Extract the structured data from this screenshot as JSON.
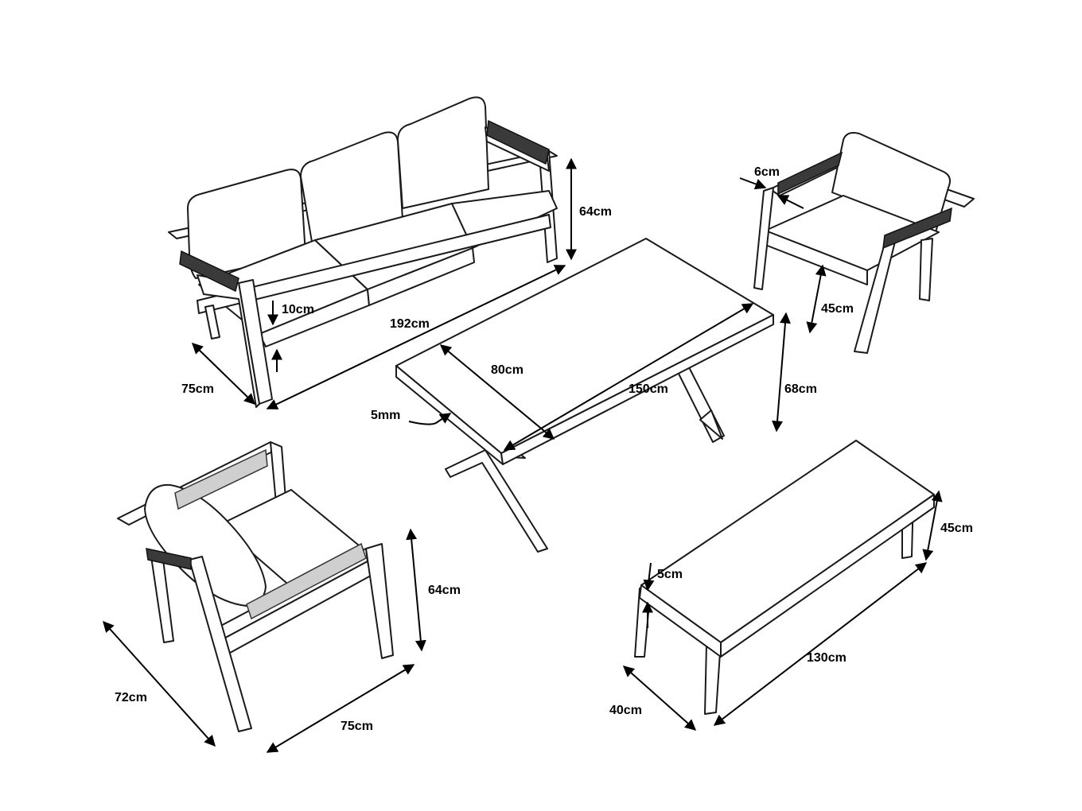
{
  "labels": {
    "sofa_height": "64cm",
    "sofa_seat_cushion": "10cm",
    "sofa_width": "192cm",
    "sofa_depth": "75cm",
    "table_depth": "80cm",
    "table_width": "150cm",
    "table_top_thickness": "5mm",
    "table_height": "68cm",
    "armchair_arm_width": "6cm",
    "armchair_seat_height": "45cm",
    "chair_height": "64cm",
    "chair_depth": "72cm",
    "chair_width": "75cm",
    "bench_height": "45cm",
    "bench_cushion": "5cm",
    "bench_width": "130cm",
    "bench_depth": "40cm"
  },
  "colors": {
    "line": "#1a1a1a",
    "wicker": "#3a3a3a",
    "rope": "#cfcfcf",
    "background": "#ffffff"
  }
}
